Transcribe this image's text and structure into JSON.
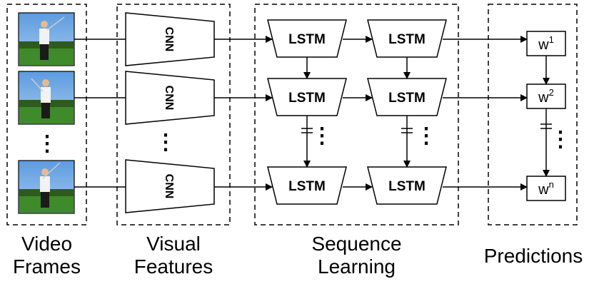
{
  "columns": {
    "video_frames": {
      "line1": "Video",
      "line2": "Frames"
    },
    "visual_features": {
      "line1": "Visual",
      "line2": "Features"
    },
    "sequence_learning": {
      "line1": "Sequence",
      "line2": "Learning"
    },
    "predictions": {
      "line1": "Predictions"
    }
  },
  "nodes": {
    "cnn": "CNN",
    "lstm": "LSTM",
    "word_base": "w",
    "word_superscripts": [
      "1",
      "2",
      "n"
    ]
  },
  "ellipsis": "⋮",
  "colors": {
    "stroke": "#000000",
    "background": "#ffffff",
    "sky": "#7fb0e6",
    "grass": "#3f8a2a",
    "trees": "#2f5a1e"
  }
}
